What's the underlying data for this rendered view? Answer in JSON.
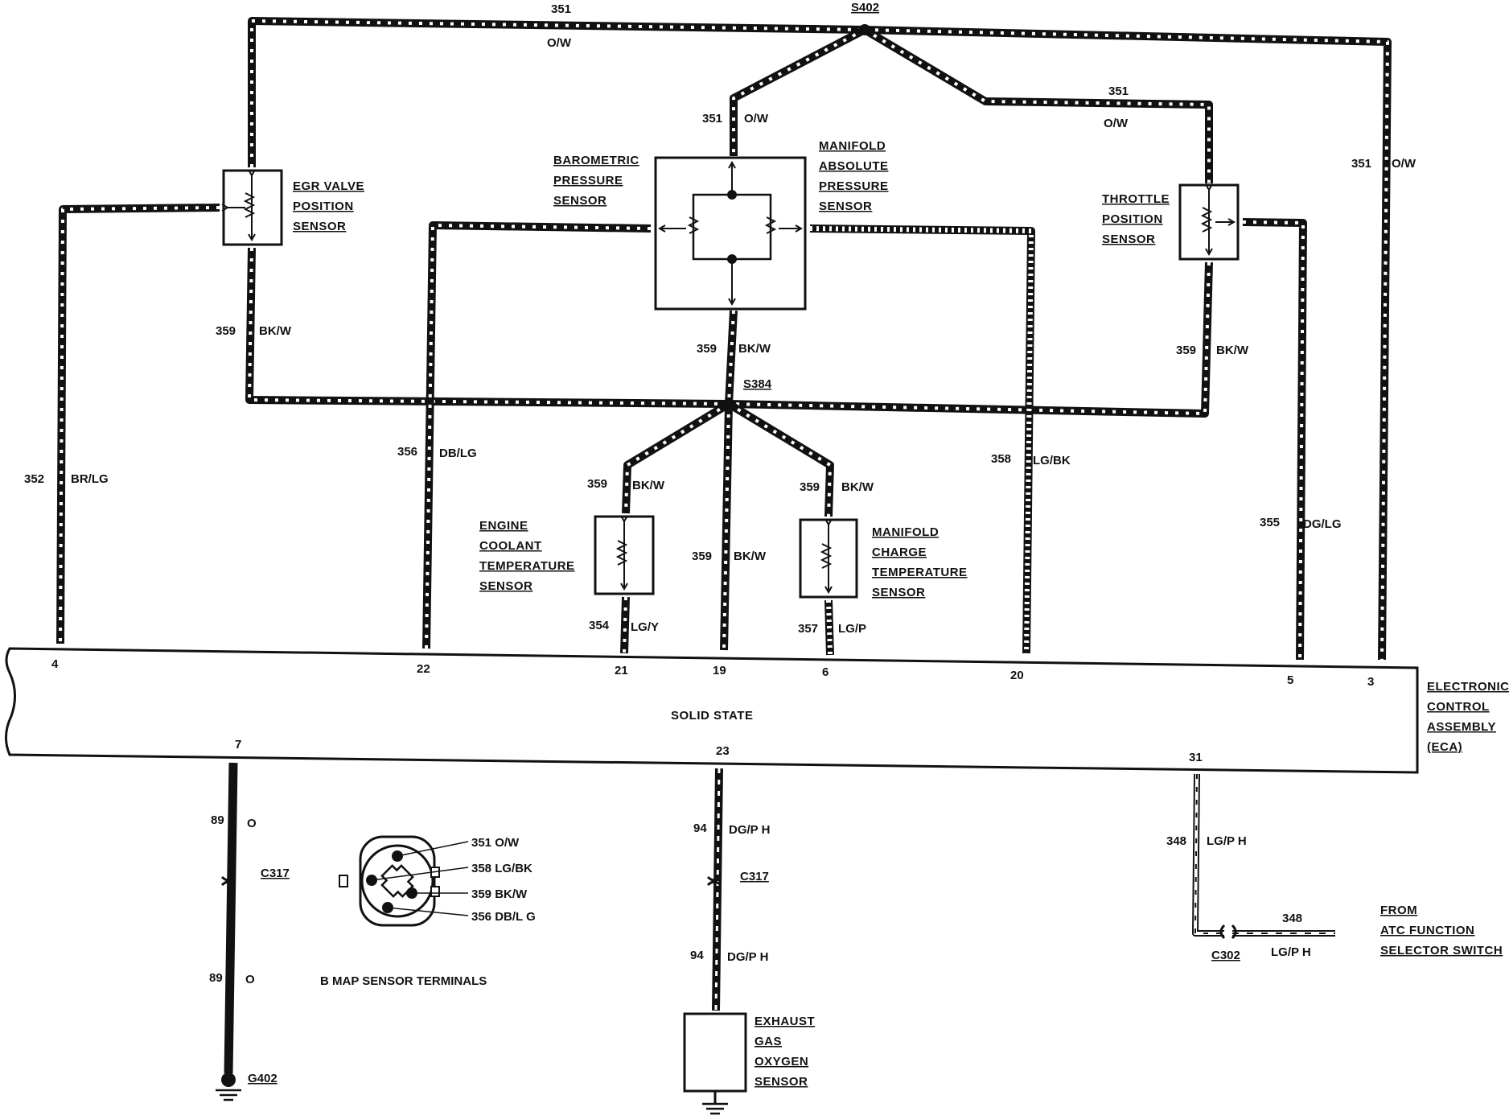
{
  "colors": {
    "ink": "#111111",
    "paper": "#ffffff",
    "stripe": "#ffffff"
  },
  "wires": {
    "w351_top_left": {
      "circuit": "351",
      "color": "O/W"
    },
    "w351_branch_baro": {
      "circuit": "351",
      "color": "O/W"
    },
    "w351_branch_tps": {
      "circuit": "351",
      "color": "O/W"
    },
    "w351_right": {
      "circuit": "351",
      "color": "O/W"
    },
    "w359_egr": {
      "circuit": "359",
      "color": "BK/W"
    },
    "w359_baro": {
      "circuit": "359",
      "color": "BK/W"
    },
    "w359_tps": {
      "circuit": "359",
      "color": "BK/W"
    },
    "w359_ect": {
      "circuit": "359",
      "color": "BK/W"
    },
    "w359_center": {
      "circuit": "359",
      "color": "BK/W"
    },
    "w359_mct": {
      "circuit": "359",
      "color": "BK/W"
    },
    "w352": {
      "circuit": "352",
      "color": "BR/LG"
    },
    "w356": {
      "circuit": "356",
      "color": "DB/LG"
    },
    "w358": {
      "circuit": "358",
      "color": "LG/BK"
    },
    "w355": {
      "circuit": "355",
      "color": "DG/LG"
    },
    "w354": {
      "circuit": "354",
      "color": "LG/Y"
    },
    "w357": {
      "circuit": "357",
      "color": "LG/P"
    },
    "w89_upper": {
      "circuit": "89",
      "color": "O"
    },
    "w89_lower": {
      "circuit": "89",
      "color": "O"
    },
    "w94_upper": {
      "circuit": "94",
      "color": "DG/P H"
    },
    "w94_lower": {
      "circuit": "94",
      "color": "DG/P H"
    },
    "w348_vert": {
      "circuit": "348",
      "color": "LG/P H"
    },
    "w348_horiz": {
      "circuit": "348",
      "color": "LG/P H"
    }
  },
  "splices": {
    "s402": "S402",
    "s384": "S384"
  },
  "connectors": {
    "c317_left": "C317",
    "c317_center": "C317",
    "c302": "C302"
  },
  "ground": "G402",
  "components": {
    "egr": [
      "EGR VALVE",
      "POSITION",
      "SENSOR"
    ],
    "baro": [
      "BAROMETRIC",
      "PRESSURE",
      "SENSOR"
    ],
    "map": [
      "MANIFOLD",
      "ABSOLUTE",
      "PRESSURE",
      "SENSOR"
    ],
    "tps": [
      "THROTTLE",
      "POSITION",
      "SENSOR"
    ],
    "ect": [
      "ENGINE",
      "COOLANT",
      "TEMPERATURE",
      "SENSOR"
    ],
    "mct": [
      "MANIFOLD",
      "CHARGE",
      "TEMPERATURE",
      "SENSOR"
    ],
    "eca": [
      "ELECTRONIC",
      "CONTROL",
      "ASSEMBLY",
      "(ECA)"
    ],
    "ego": [
      "EXHAUST",
      "GAS",
      "OXYGEN",
      "SENSOR"
    ],
    "atc": [
      "FROM",
      "ATC FUNCTION",
      "SELECTOR SWITCH"
    ]
  },
  "eca_body_label": "SOLID STATE",
  "eca_pins_top": [
    "4",
    "22",
    "21",
    "19",
    "6",
    "20",
    "5",
    "3"
  ],
  "eca_pins_bottom": [
    "7",
    "23",
    "31"
  ],
  "map_terminals": {
    "caption": "B MAP SENSOR TERMINALS",
    "rows": [
      "351 O/W",
      "358 LG/BK",
      "359 BK/W",
      "356 DB/L G"
    ]
  }
}
